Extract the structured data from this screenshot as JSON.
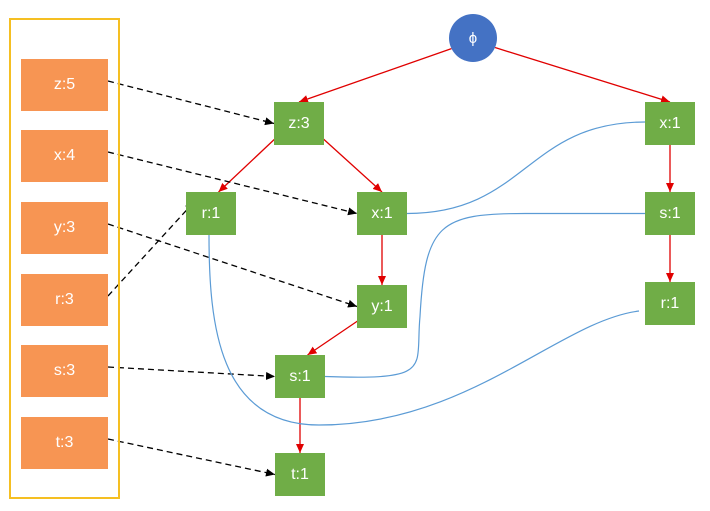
{
  "root": {
    "label": "ϕ"
  },
  "header_table": [
    {
      "id": "hz",
      "label": "z:5"
    },
    {
      "id": "hx",
      "label": "x:4"
    },
    {
      "id": "hy",
      "label": "y:3"
    },
    {
      "id": "hr",
      "label": "r:3"
    },
    {
      "id": "hs",
      "label": "s:3"
    },
    {
      "id": "ht",
      "label": "t:3"
    }
  ],
  "nodes": [
    {
      "id": "z3",
      "label": "z:3"
    },
    {
      "id": "r1a",
      "label": "r:1"
    },
    {
      "id": "x1a",
      "label": "x:1"
    },
    {
      "id": "y1",
      "label": "y:1"
    },
    {
      "id": "s1a",
      "label": "s:1"
    },
    {
      "id": "t1",
      "label": "t:1"
    },
    {
      "id": "x1b",
      "label": "x:1"
    },
    {
      "id": "s1b",
      "label": "s:1"
    },
    {
      "id": "r1b",
      "label": "r:1"
    }
  ],
  "tree_edges": [
    [
      "root",
      "z3"
    ],
    [
      "root",
      "x1b"
    ],
    [
      "z3",
      "r1a"
    ],
    [
      "z3",
      "x1a"
    ],
    [
      "x1a",
      "y1"
    ],
    [
      "y1",
      "s1a"
    ],
    [
      "s1a",
      "t1"
    ],
    [
      "x1b",
      "s1b"
    ],
    [
      "s1b",
      "r1b"
    ]
  ],
  "header_links": [
    [
      "hz",
      "z3"
    ],
    [
      "hx",
      "x1a"
    ],
    [
      "hy",
      "y1"
    ],
    [
      "hr",
      "r1a"
    ],
    [
      "hs",
      "s1a"
    ],
    [
      "ht",
      "t1"
    ]
  ],
  "node_links": [
    [
      "x1a",
      "x1b"
    ],
    [
      "s1a",
      "s1b"
    ],
    [
      "r1a",
      "r1b"
    ]
  ],
  "colors": {
    "header_fill": "#f79553",
    "node_fill": "#70ad47",
    "root_fill": "#4472c4",
    "table_border": "#f5bf22",
    "tree_edge": "#e00000",
    "header_link": "#000000",
    "node_link": "#5b9bd5"
  }
}
